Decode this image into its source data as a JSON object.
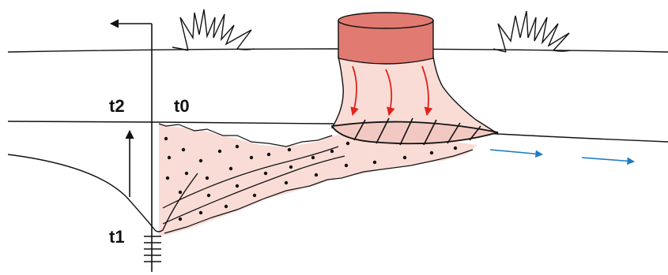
{
  "labels": {
    "t0": "t0",
    "t1": "t1",
    "t2": "t2"
  },
  "colors": {
    "line": "#111111",
    "plume_fill": "#f9dcd6",
    "tank_fill": "#e17a70",
    "red_arrow": "#e0231b",
    "blue_arrow": "#1f7bc4",
    "source_fill": "#f2c9c2"
  },
  "icons": [
    "grass-tuft-icon",
    "grass-tuft-icon",
    "tank-icon",
    "well-icon"
  ]
}
